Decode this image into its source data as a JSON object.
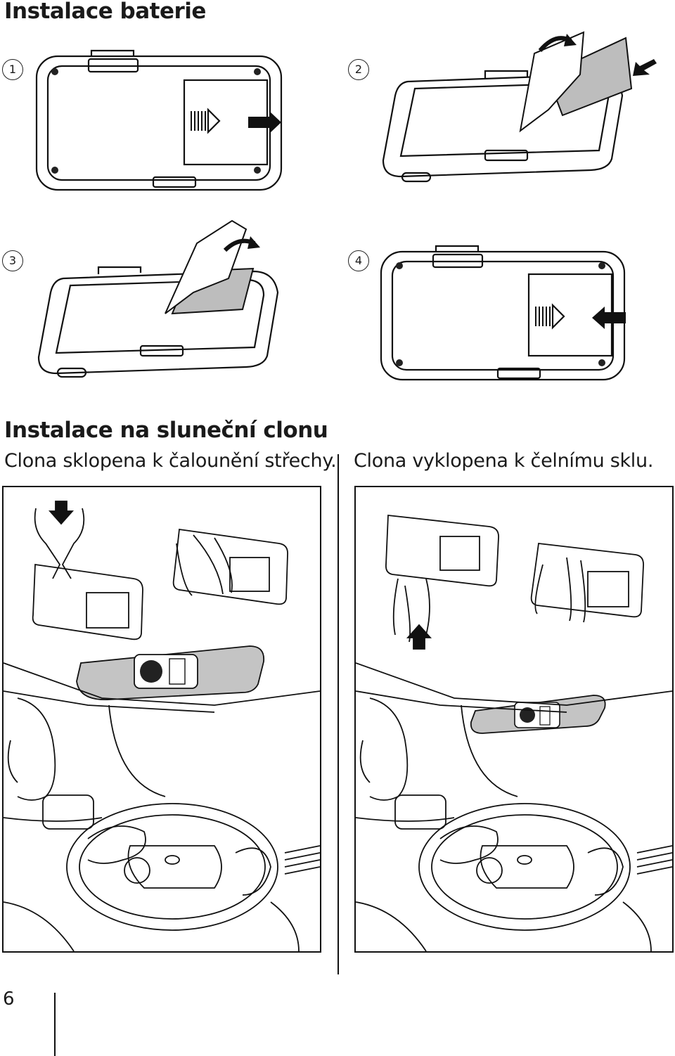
{
  "section_battery": {
    "title": "Instalace baterie"
  },
  "steps": [
    "1",
    "2",
    "3",
    "4"
  ],
  "section_visor": {
    "title": "Instalace na sluneční clonu",
    "left_caption": "Clona sklopena k čalounění střechy.",
    "right_caption": "Clona vyklopena k čelnímu sklu."
  },
  "page": {
    "number": "6"
  },
  "colors": {
    "ink": "#1a1a1a",
    "battery_fill": "#bdbdbd",
    "visor_fill": "#c4c4c4"
  }
}
